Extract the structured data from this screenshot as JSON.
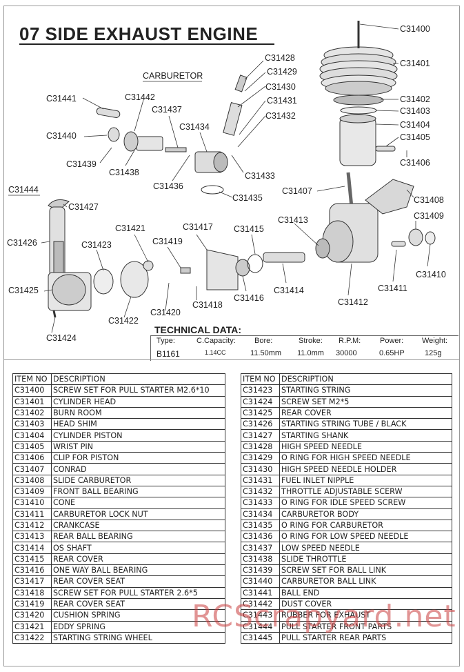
{
  "page_title": "07 SIDE EXHAUST ENGINE",
  "carburetor_label": "CARBURETOR",
  "starter_label": "C31444",
  "part_labels": [
    "C31400",
    "C31401",
    "C31402",
    "C31403",
    "C31404",
    "C31405",
    "C31406",
    "C31407",
    "C31408",
    "C31409",
    "C31410",
    "C31411",
    "C31412",
    "C31413",
    "C31414",
    "C31415",
    "C31416",
    "C31417",
    "C31418",
    "C31419",
    "C31420",
    "C31421",
    "C31422",
    "C31423",
    "C31424",
    "C31425",
    "C31426",
    "C31427",
    "C31428",
    "C31429",
    "C31430",
    "C31431",
    "C31432",
    "C31433",
    "C31434",
    "C31435",
    "C31436",
    "C31437",
    "C31438",
    "C31439",
    "C31440",
    "C31441",
    "C31442"
  ],
  "technical": {
    "title": "TECHNICAL DATA:",
    "headers": [
      "Type:",
      "C.Capacity:",
      "Bore:",
      "Stroke:",
      "R.P.M:",
      "Power:",
      "Weight:"
    ],
    "values": [
      "B1161",
      "1.14CC",
      "11.50mm",
      "11.0mm",
      "30000",
      "0.65HP",
      "125g"
    ]
  },
  "parts_header": {
    "item_no": "ITEM NO",
    "description": "DESCRIPTION"
  },
  "parts_left": [
    [
      "C31400",
      "SCREW SET FOR PULL STARTER M2.6*10"
    ],
    [
      "C31401",
      "CYLINDER HEAD"
    ],
    [
      "C31402",
      "BURN ROOM"
    ],
    [
      "C31403",
      "HEAD SHIM"
    ],
    [
      "C31404",
      "CYLINDER PISTON"
    ],
    [
      "C31405",
      "WRIST PIN"
    ],
    [
      "C31406",
      "CLIP FOR PISTON"
    ],
    [
      "C31407",
      "CONRAD"
    ],
    [
      "C31408",
      "SLIDE CARBURETOR"
    ],
    [
      "C31409",
      "FRONT BALL BEARING"
    ],
    [
      "C31410",
      "CONE"
    ],
    [
      "C31411",
      "CARBURETOR LOCK NUT"
    ],
    [
      "C31412",
      "CRANKCASE"
    ],
    [
      "C31413",
      "REAR BALL BEARING"
    ],
    [
      "C31414",
      "OS SHAFT"
    ],
    [
      "C31415",
      "REAR COVER"
    ],
    [
      "C31416",
      "ONE WAY BALL BEARING"
    ],
    [
      "C31417",
      "REAR COVER SEAT"
    ],
    [
      "C31418",
      "SCREW SET FOR PULL STARTER 2.6*5"
    ],
    [
      "C31419",
      "REAR COVER SEAT"
    ],
    [
      "C31420",
      "CUSHION SPRING"
    ],
    [
      "C31421",
      "EDDY SPRING"
    ],
    [
      "C31422",
      "STARTING STRING WHEEL"
    ]
  ],
  "parts_right": [
    [
      "C31423",
      "STARTING STRING"
    ],
    [
      "C31424",
      "SCREW SET M2*5"
    ],
    [
      "C31425",
      "REAR COVER"
    ],
    [
      "C31426",
      "STARTING STRING TUBE / BLACK"
    ],
    [
      "C31427",
      "STARTING SHANK"
    ],
    [
      "C31428",
      "HIGH SPEED NEEDLE"
    ],
    [
      "C31429",
      "O RING FOR HIGH SPEED NEEDLE"
    ],
    [
      "C31430",
      "HIGH SPEED NEEDLE HOLDER"
    ],
    [
      "C31431",
      "FUEL INLET NIPPLE"
    ],
    [
      "C31432",
      "THROTTLE ADJUSTABLE SCERW"
    ],
    [
      "C31433",
      "O RING FOR IDLE SPEED SCREW"
    ],
    [
      "C31434",
      "CARBURETOR BODY"
    ],
    [
      "C31435",
      "O RING FOR CARBURETOR"
    ],
    [
      "C31436",
      "O RING FOR LOW SPEED NEEDLE"
    ],
    [
      "C31437",
      "LOW SPEED NEEDLE"
    ],
    [
      "C31438",
      "SLIDE THROTTLE"
    ],
    [
      "C31439",
      "SCREW SET FOR BALL LINK"
    ],
    [
      "C31440",
      "CARBURETOR BALL LINK"
    ],
    [
      "C31441",
      "BALL END"
    ],
    [
      "C31442",
      "DUST COVER"
    ],
    [
      "C31443",
      "RUBBER FOR EXHAUST"
    ],
    [
      "C31444",
      "PULL STARTER FRONT PARTS"
    ],
    [
      "C31445",
      "PULL STARTER REAR PARTS"
    ]
  ],
  "watermark": "RCScrapyard.net"
}
